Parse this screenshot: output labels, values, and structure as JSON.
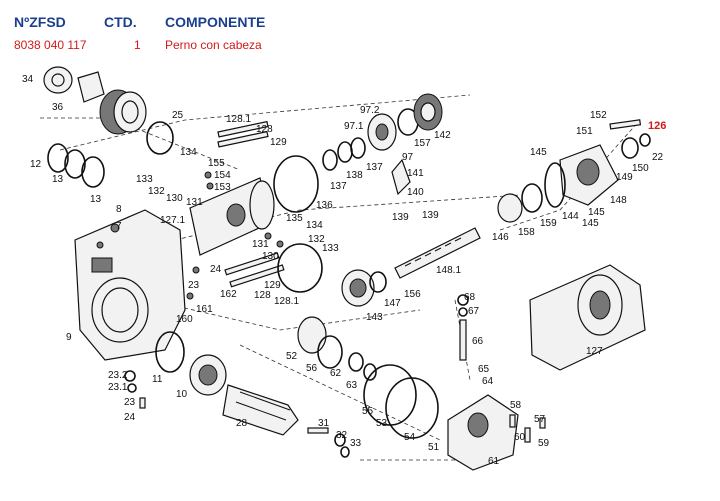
{
  "header": {
    "col_part_no": "NºZFSD",
    "col_qty": "CTD.",
    "col_component": "COMPONENTE"
  },
  "selected_row": {
    "part_no": "8038 040 117",
    "qty": "1",
    "component": "Perno con cabeza"
  },
  "colors": {
    "header": "#1a3f8f",
    "highlight": "#d21a1a",
    "line_art": "#111111"
  },
  "highlighted_label": "126",
  "labels": [
    {
      "id": "34",
      "text": "34"
    },
    {
      "id": "36",
      "text": "36"
    },
    {
      "id": "25",
      "text": "25"
    },
    {
      "id": "12",
      "text": "12"
    },
    {
      "id": "13a",
      "text": "13"
    },
    {
      "id": "13b",
      "text": "13"
    },
    {
      "id": "8",
      "text": "8"
    },
    {
      "id": "7",
      "text": "7"
    },
    {
      "id": "127.1",
      "text": "127.1"
    },
    {
      "id": "128.1a",
      "text": "128.1"
    },
    {
      "id": "128",
      "text": "128"
    },
    {
      "id": "129a",
      "text": "129"
    },
    {
      "id": "134a",
      "text": "134"
    },
    {
      "id": "155",
      "text": "155"
    },
    {
      "id": "154",
      "text": "154"
    },
    {
      "id": "153",
      "text": "153"
    },
    {
      "id": "133a",
      "text": "133"
    },
    {
      "id": "132a",
      "text": "132"
    },
    {
      "id": "130a",
      "text": "130"
    },
    {
      "id": "131a",
      "text": "131"
    },
    {
      "id": "135",
      "text": "135"
    },
    {
      "id": "136",
      "text": "136"
    },
    {
      "id": "137a",
      "text": "137"
    },
    {
      "id": "138",
      "text": "138"
    },
    {
      "id": "97.2",
      "text": "97.2"
    },
    {
      "id": "97.1",
      "text": "97.1"
    },
    {
      "id": "137b",
      "text": "137"
    },
    {
      "id": "157",
      "text": "157"
    },
    {
      "id": "142",
      "text": "142"
    },
    {
      "id": "97",
      "text": "97"
    },
    {
      "id": "141",
      "text": "141"
    },
    {
      "id": "140",
      "text": "140"
    },
    {
      "id": "139a",
      "text": "139"
    },
    {
      "id": "139b",
      "text": "139"
    },
    {
      "id": "134b",
      "text": "134"
    },
    {
      "id": "132b",
      "text": "132"
    },
    {
      "id": "133b",
      "text": "133"
    },
    {
      "id": "131b",
      "text": "131"
    },
    {
      "id": "130b",
      "text": "130"
    },
    {
      "id": "24a",
      "text": "24"
    },
    {
      "id": "23a",
      "text": "23"
    },
    {
      "id": "162",
      "text": "162"
    },
    {
      "id": "129b",
      "text": "129"
    },
    {
      "id": "128b",
      "text": "128"
    },
    {
      "id": "128.1b",
      "text": "128.1"
    },
    {
      "id": "161",
      "text": "161"
    },
    {
      "id": "160",
      "text": "160"
    },
    {
      "id": "9",
      "text": "9"
    },
    {
      "id": "152",
      "text": "152"
    },
    {
      "id": "151",
      "text": "151"
    },
    {
      "id": "126",
      "text": "126"
    },
    {
      "id": "22",
      "text": "22"
    },
    {
      "id": "150",
      "text": "150"
    },
    {
      "id": "149",
      "text": "149"
    },
    {
      "id": "145a",
      "text": "145"
    },
    {
      "id": "148",
      "text": "148"
    },
    {
      "id": "145b",
      "text": "145"
    },
    {
      "id": "144",
      "text": "144"
    },
    {
      "id": "145c",
      "text": "145"
    },
    {
      "id": "159",
      "text": "159"
    },
    {
      "id": "158",
      "text": "158"
    },
    {
      "id": "146",
      "text": "146"
    },
    {
      "id": "148.1",
      "text": "148.1"
    },
    {
      "id": "156",
      "text": "156"
    },
    {
      "id": "147",
      "text": "147"
    },
    {
      "id": "143",
      "text": "143"
    },
    {
      "id": "68",
      "text": "68"
    },
    {
      "id": "67",
      "text": "67"
    },
    {
      "id": "66",
      "text": "66"
    },
    {
      "id": "65",
      "text": "65"
    },
    {
      "id": "64",
      "text": "64"
    },
    {
      "id": "127",
      "text": "127"
    },
    {
      "id": "52",
      "text": "52"
    },
    {
      "id": "56",
      "text": "56"
    },
    {
      "id": "62",
      "text": "62"
    },
    {
      "id": "63",
      "text": "63"
    },
    {
      "id": "55",
      "text": "55"
    },
    {
      "id": "53",
      "text": "53"
    },
    {
      "id": "54",
      "text": "54"
    },
    {
      "id": "51",
      "text": "51"
    },
    {
      "id": "11",
      "text": "11"
    },
    {
      "id": "10",
      "text": "10"
    },
    {
      "id": "23.2",
      "text": "23.2"
    },
    {
      "id": "23.1",
      "text": "23.1"
    },
    {
      "id": "23b",
      "text": "23"
    },
    {
      "id": "24b",
      "text": "24"
    },
    {
      "id": "28",
      "text": "28"
    },
    {
      "id": "31",
      "text": "31"
    },
    {
      "id": "32",
      "text": "32"
    },
    {
      "id": "33",
      "text": "33"
    },
    {
      "id": "58",
      "text": "58"
    },
    {
      "id": "57",
      "text": "57"
    },
    {
      "id": "60",
      "text": "60"
    },
    {
      "id": "59",
      "text": "59"
    },
    {
      "id": "61",
      "text": "61"
    }
  ]
}
